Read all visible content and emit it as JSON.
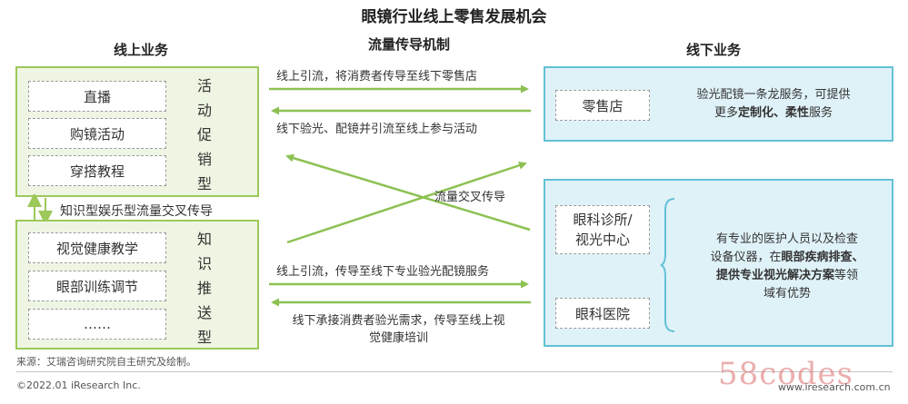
{
  "title": "眼镜行业线上零售发展机会",
  "sections": {
    "online": "线上业务",
    "mechanism": "流量传导机制",
    "offline": "线下业务"
  },
  "online": {
    "group1": {
      "items": [
        "直播",
        "购镜活动",
        "穿搭教程"
      ],
      "label": [
        "活",
        "动",
        "促",
        "销",
        "型"
      ]
    },
    "cross_label": "知识型娱乐型流量交叉传导",
    "group2": {
      "items": [
        "视觉健康教学",
        "眼部训练调节",
        "……"
      ],
      "label": [
        "知",
        "识",
        "推",
        "送",
        "型"
      ]
    }
  },
  "arrows": {
    "a1": "线上引流，将消费者传导至线下零售店",
    "a2": "线下验光、配镜并引流至线上参与活动",
    "cross": "流量交叉传导",
    "a3": "线上引流，传导至线下专业验光配镜服务",
    "a4_line1": "线下承接消费者验光需求，传导至线上视",
    "a4_line2": "觉健康培训"
  },
  "offline": {
    "store": {
      "name": "零售店",
      "desc_line1": "验光配镜一条龙服务，可提供",
      "desc_pre": "更多",
      "desc_bold": "定制化、柔性",
      "desc_post": "服务"
    },
    "clinic": {
      "name_line1": "眼科诊所/",
      "name_line2": "视光中心",
      "hospital": "眼科医院",
      "desc_line1": "有专业的医护人员以及检查",
      "desc_line2_pre": "设备仪器，在",
      "desc_line2_bold": "眼部疾病排查、",
      "desc_line3_bold": "提供专业视光解决方案",
      "desc_line3_post": "等领",
      "desc_line4": "域有优势"
    }
  },
  "footer": {
    "source": "来源：艾瑞咨询研究院自主研究及绘制。",
    "copyright": "©2022.01 iResearch Inc.",
    "url": "www.iresearch.com.cn",
    "watermark": "58codes"
  },
  "colors": {
    "green": "#9dc85a",
    "green_fill": "#eef6e3",
    "blue": "#63c1d6",
    "blue_fill": "#dff2f8"
  }
}
